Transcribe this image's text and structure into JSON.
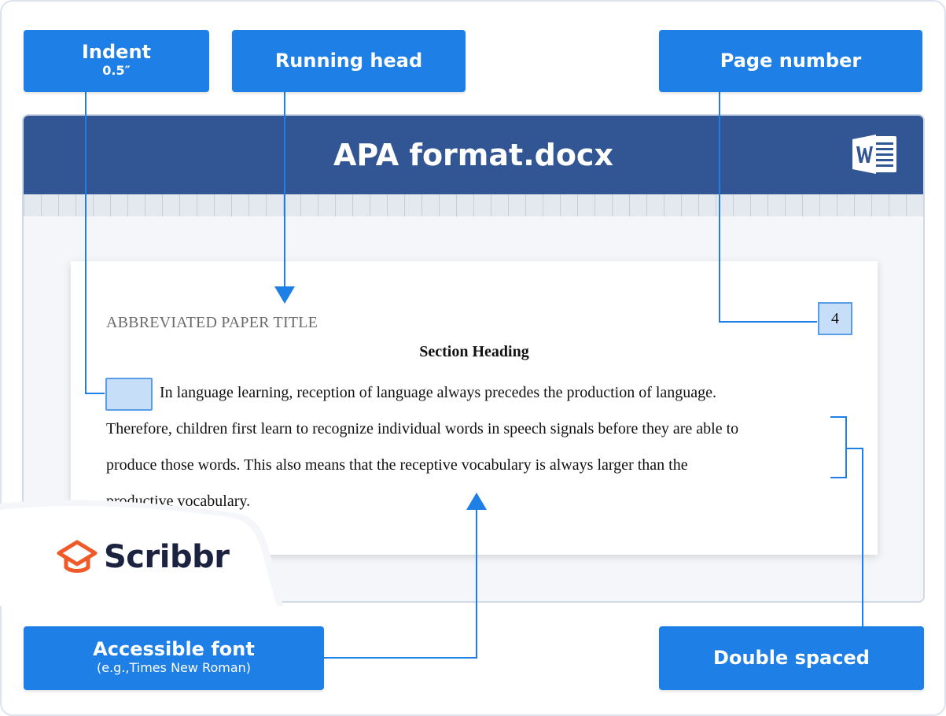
{
  "callouts": {
    "indent": {
      "label": "Indent",
      "sub": "0.5″"
    },
    "running_head": {
      "label": "Running head"
    },
    "page_number": {
      "label": "Page number"
    },
    "accessible_font": {
      "label": "Accessible font",
      "sub": "(e.g.,Times New Roman)"
    },
    "double_spaced": {
      "label": "Double spaced"
    }
  },
  "window": {
    "title": "APA format.docx",
    "app_icon": "word-icon"
  },
  "document": {
    "running_head": "ABBREVIATED PAPER TITLE",
    "page_number": "4",
    "section_heading": "Section Heading",
    "paragraph_lines": [
      "In language learning, reception of language always precedes the production of language.",
      "Therefore, children first learn to recognize individual words in speech signals before they are able to",
      "produce those words. This also means that the receptive vocabulary is always larger than the",
      "productive vocabulary."
    ]
  },
  "brand": {
    "name": "Scribbr",
    "icon": "graduation-cap-icon"
  },
  "colors": {
    "accent": "#1e7fe6",
    "titlebar": "#325694",
    "highlight": "#c6def8",
    "brand_orange": "#f05a28"
  }
}
